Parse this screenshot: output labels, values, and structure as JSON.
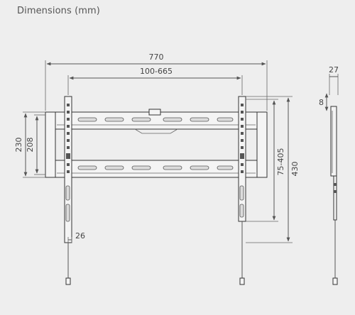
{
  "header": {
    "title": "Dimensions (mm)"
  },
  "dimensions": {
    "overall_width": "770",
    "vesa_width": "100-665",
    "height_outer": "230",
    "height_inner": "208",
    "vesa_height": "75-405",
    "total_height": "430",
    "depth": "27",
    "wall_gap": "8",
    "strap_width": "26"
  },
  "colors": {
    "background": "#eeeeee",
    "line": "#555555",
    "text": "#444444"
  }
}
